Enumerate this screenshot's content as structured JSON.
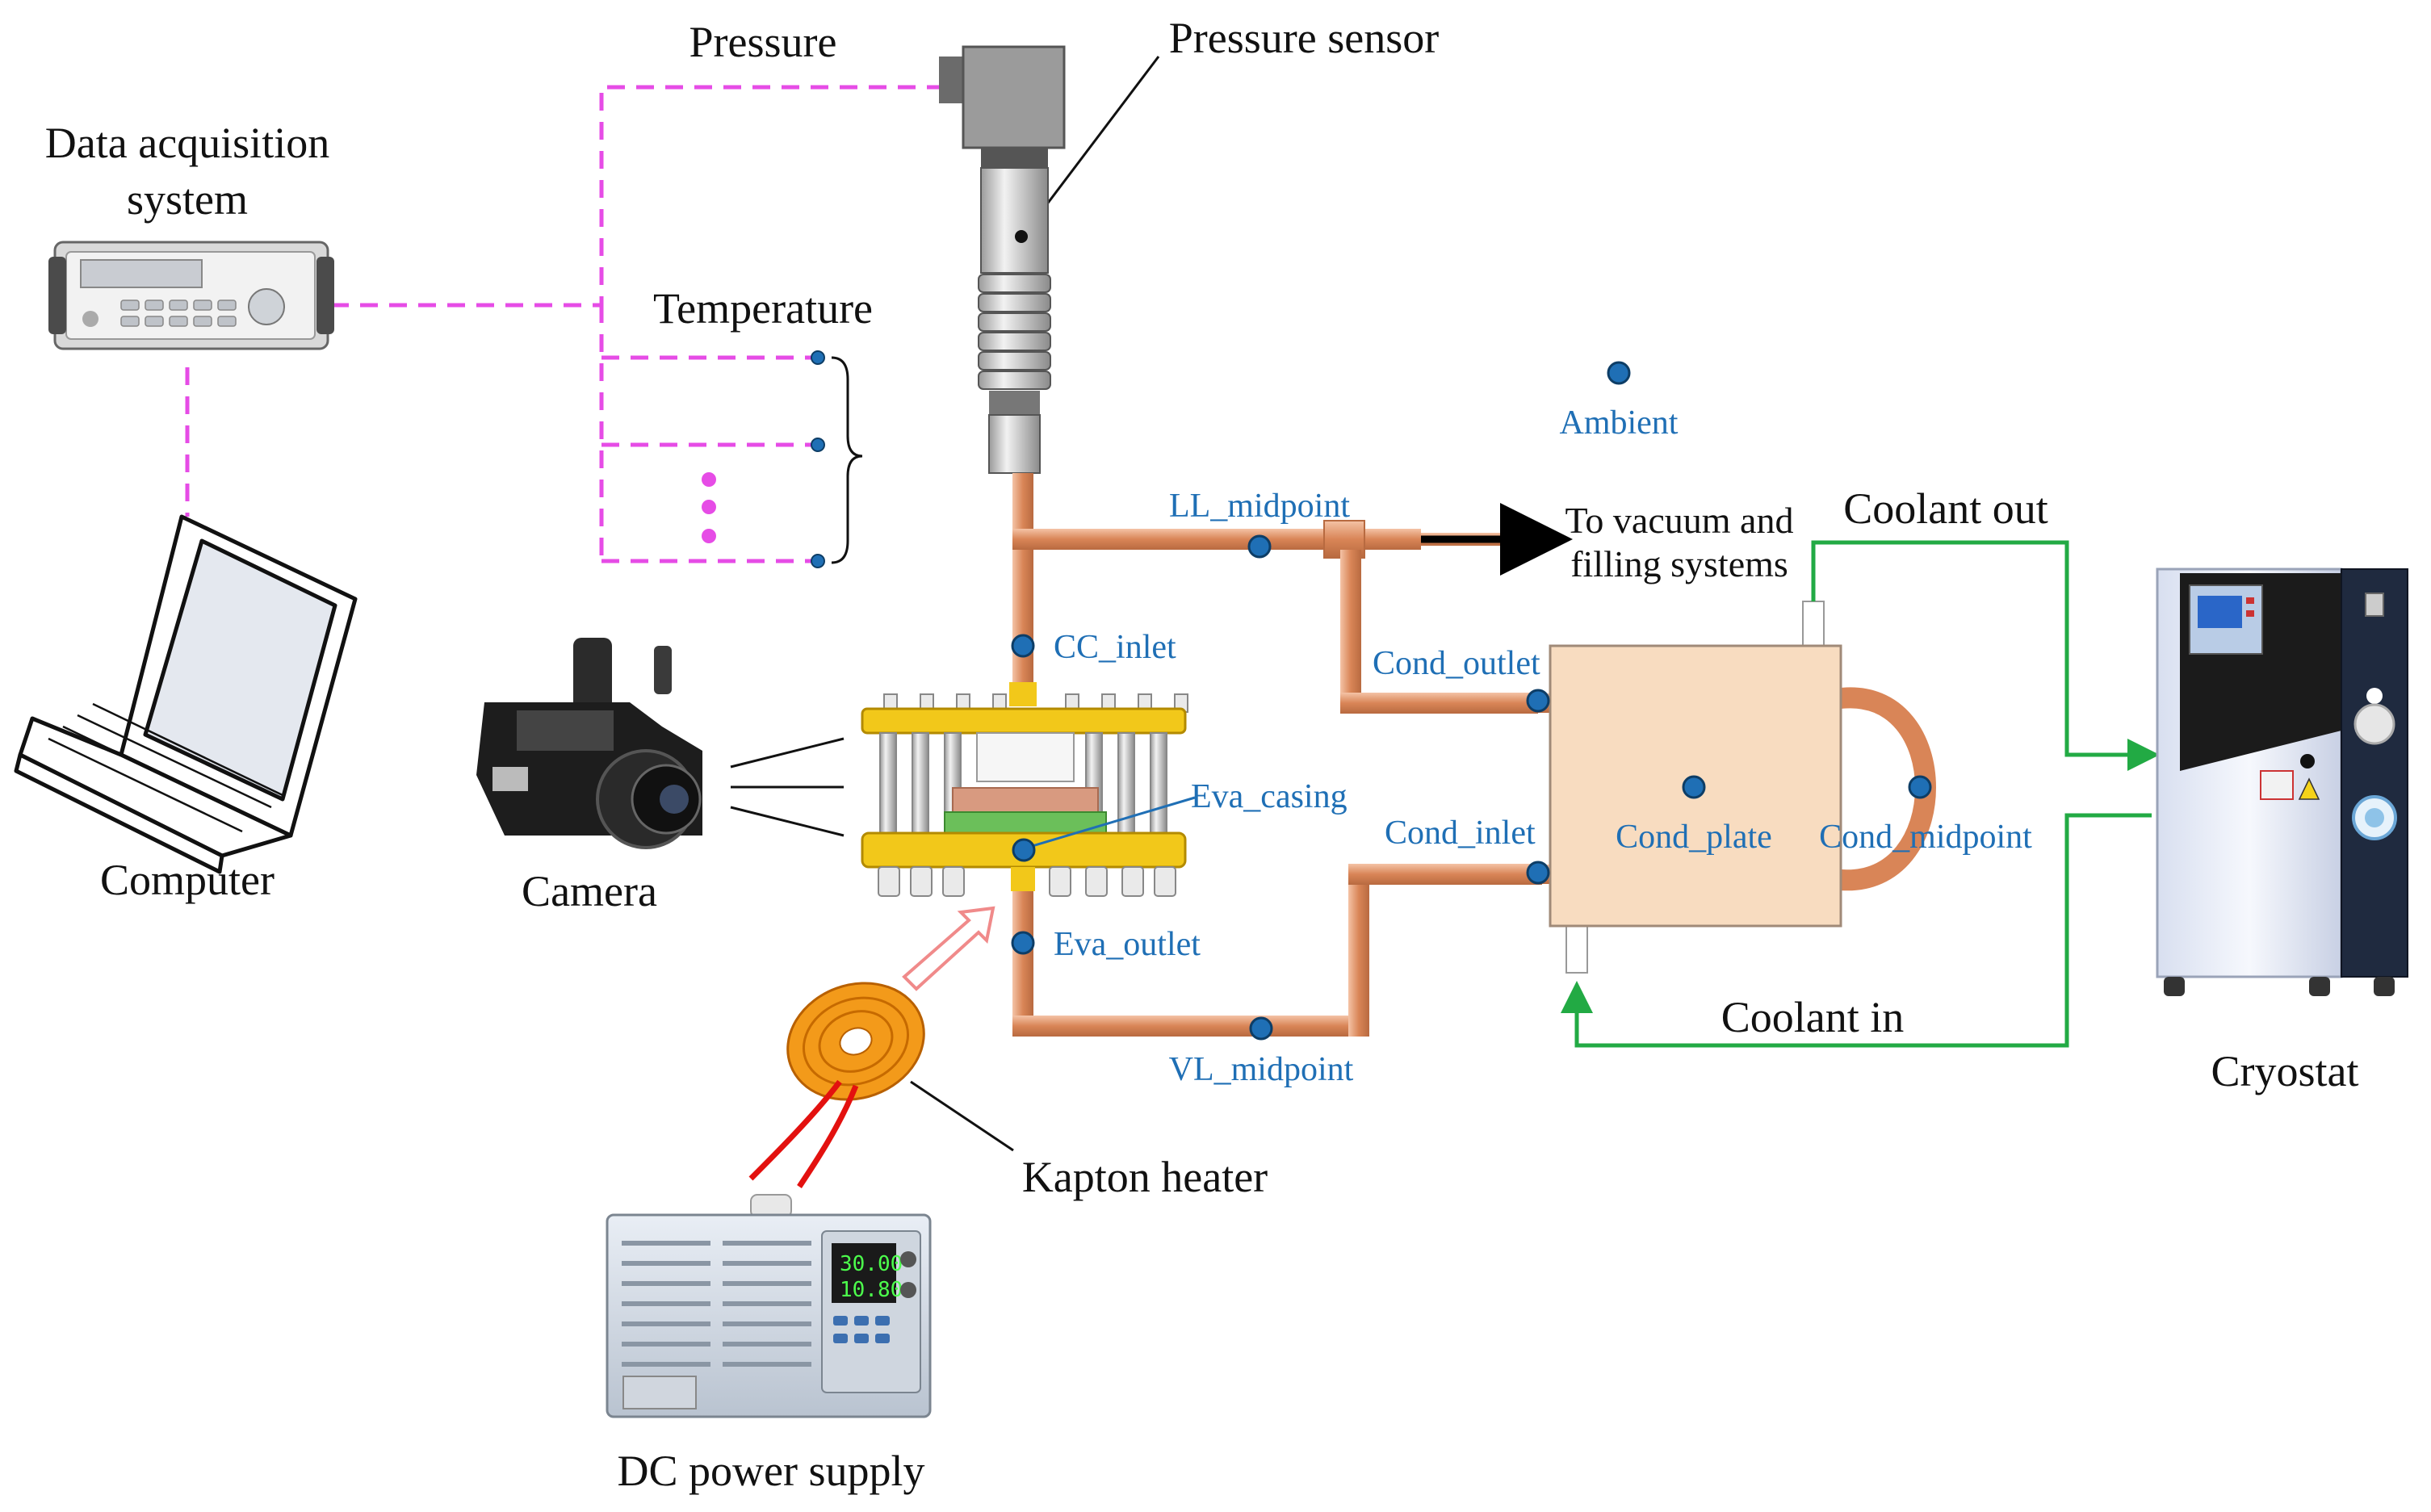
{
  "labels": {
    "pressure": "Pressure",
    "pressure_sensor": "Pressure sensor",
    "daq_line1": "Data acquisition",
    "daq_line2": "system",
    "temperature": "Temperature",
    "computer": "Computer",
    "camera": "Camera",
    "kapton_heater": "Kapton heater",
    "dc_power_supply": "DC power supply",
    "cryostat": "Cryostat",
    "coolant_out": "Coolant out",
    "coolant_in": "Coolant in",
    "vacuum_line1": "To vacuum and",
    "vacuum_line2": "filling systems",
    "psu_display_voltage": "30.00",
    "psu_display_current": "10.80"
  },
  "measurement_points": {
    "ambient": "Ambient",
    "ll_midpoint": "LL_midpoint",
    "cc_inlet": "CC_inlet",
    "eva_casing": "Eva_casing",
    "eva_outlet": "Eva_outlet",
    "vl_midpoint": "VL_midpoint",
    "cond_outlet": "Cond_outlet",
    "cond_inlet": "Cond_inlet",
    "cond_plate": "Cond_plate",
    "cond_midpoint": "Cond_midpoint"
  },
  "colors": {
    "signal_line": "#e64ce6",
    "coolant_line": "#22aa44",
    "pipe": "#e0956e",
    "measurement_point": "#1f6fb5",
    "label_blue": "#1f6fb5",
    "condenser": "#f8dcc0",
    "flange": "#f2c81a"
  }
}
